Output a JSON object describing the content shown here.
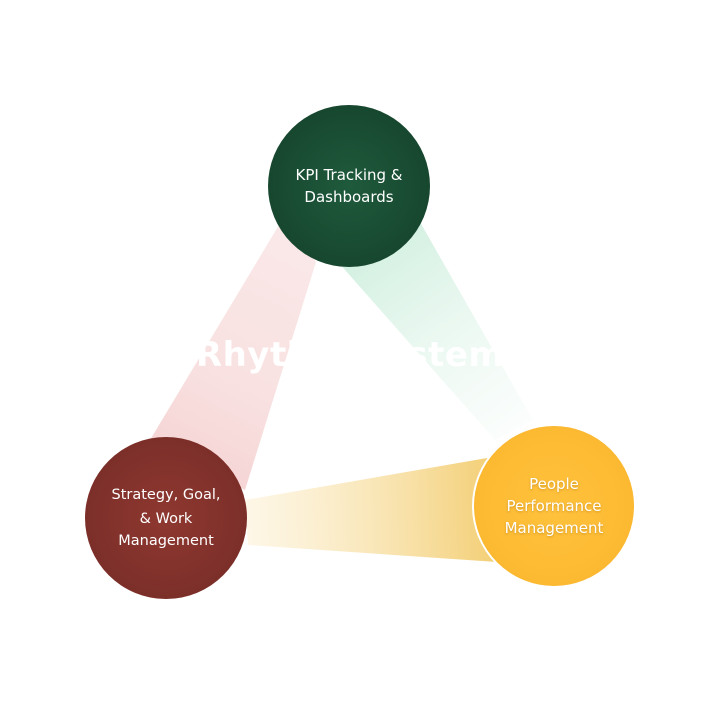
{
  "center_title": "Rhythm Systems",
  "nodes": {
    "kpi": {
      "line1": "KPI Tracking &",
      "line2": "Dashboards",
      "color": "#184a31"
    },
    "strategy": {
      "line1": "Strategy, Goal,",
      "line2": "& Work",
      "line3": "Management",
      "color": "#7f302a"
    },
    "people": {
      "line1": "People",
      "line2": "Performance",
      "line3": "Management",
      "color": "#fdbb33"
    }
  },
  "connectors": {
    "kpi_to_people": "#d9f2e5",
    "strategy_to_kpi": "#f8dede",
    "strategy_to_people": "#f3d27a"
  }
}
